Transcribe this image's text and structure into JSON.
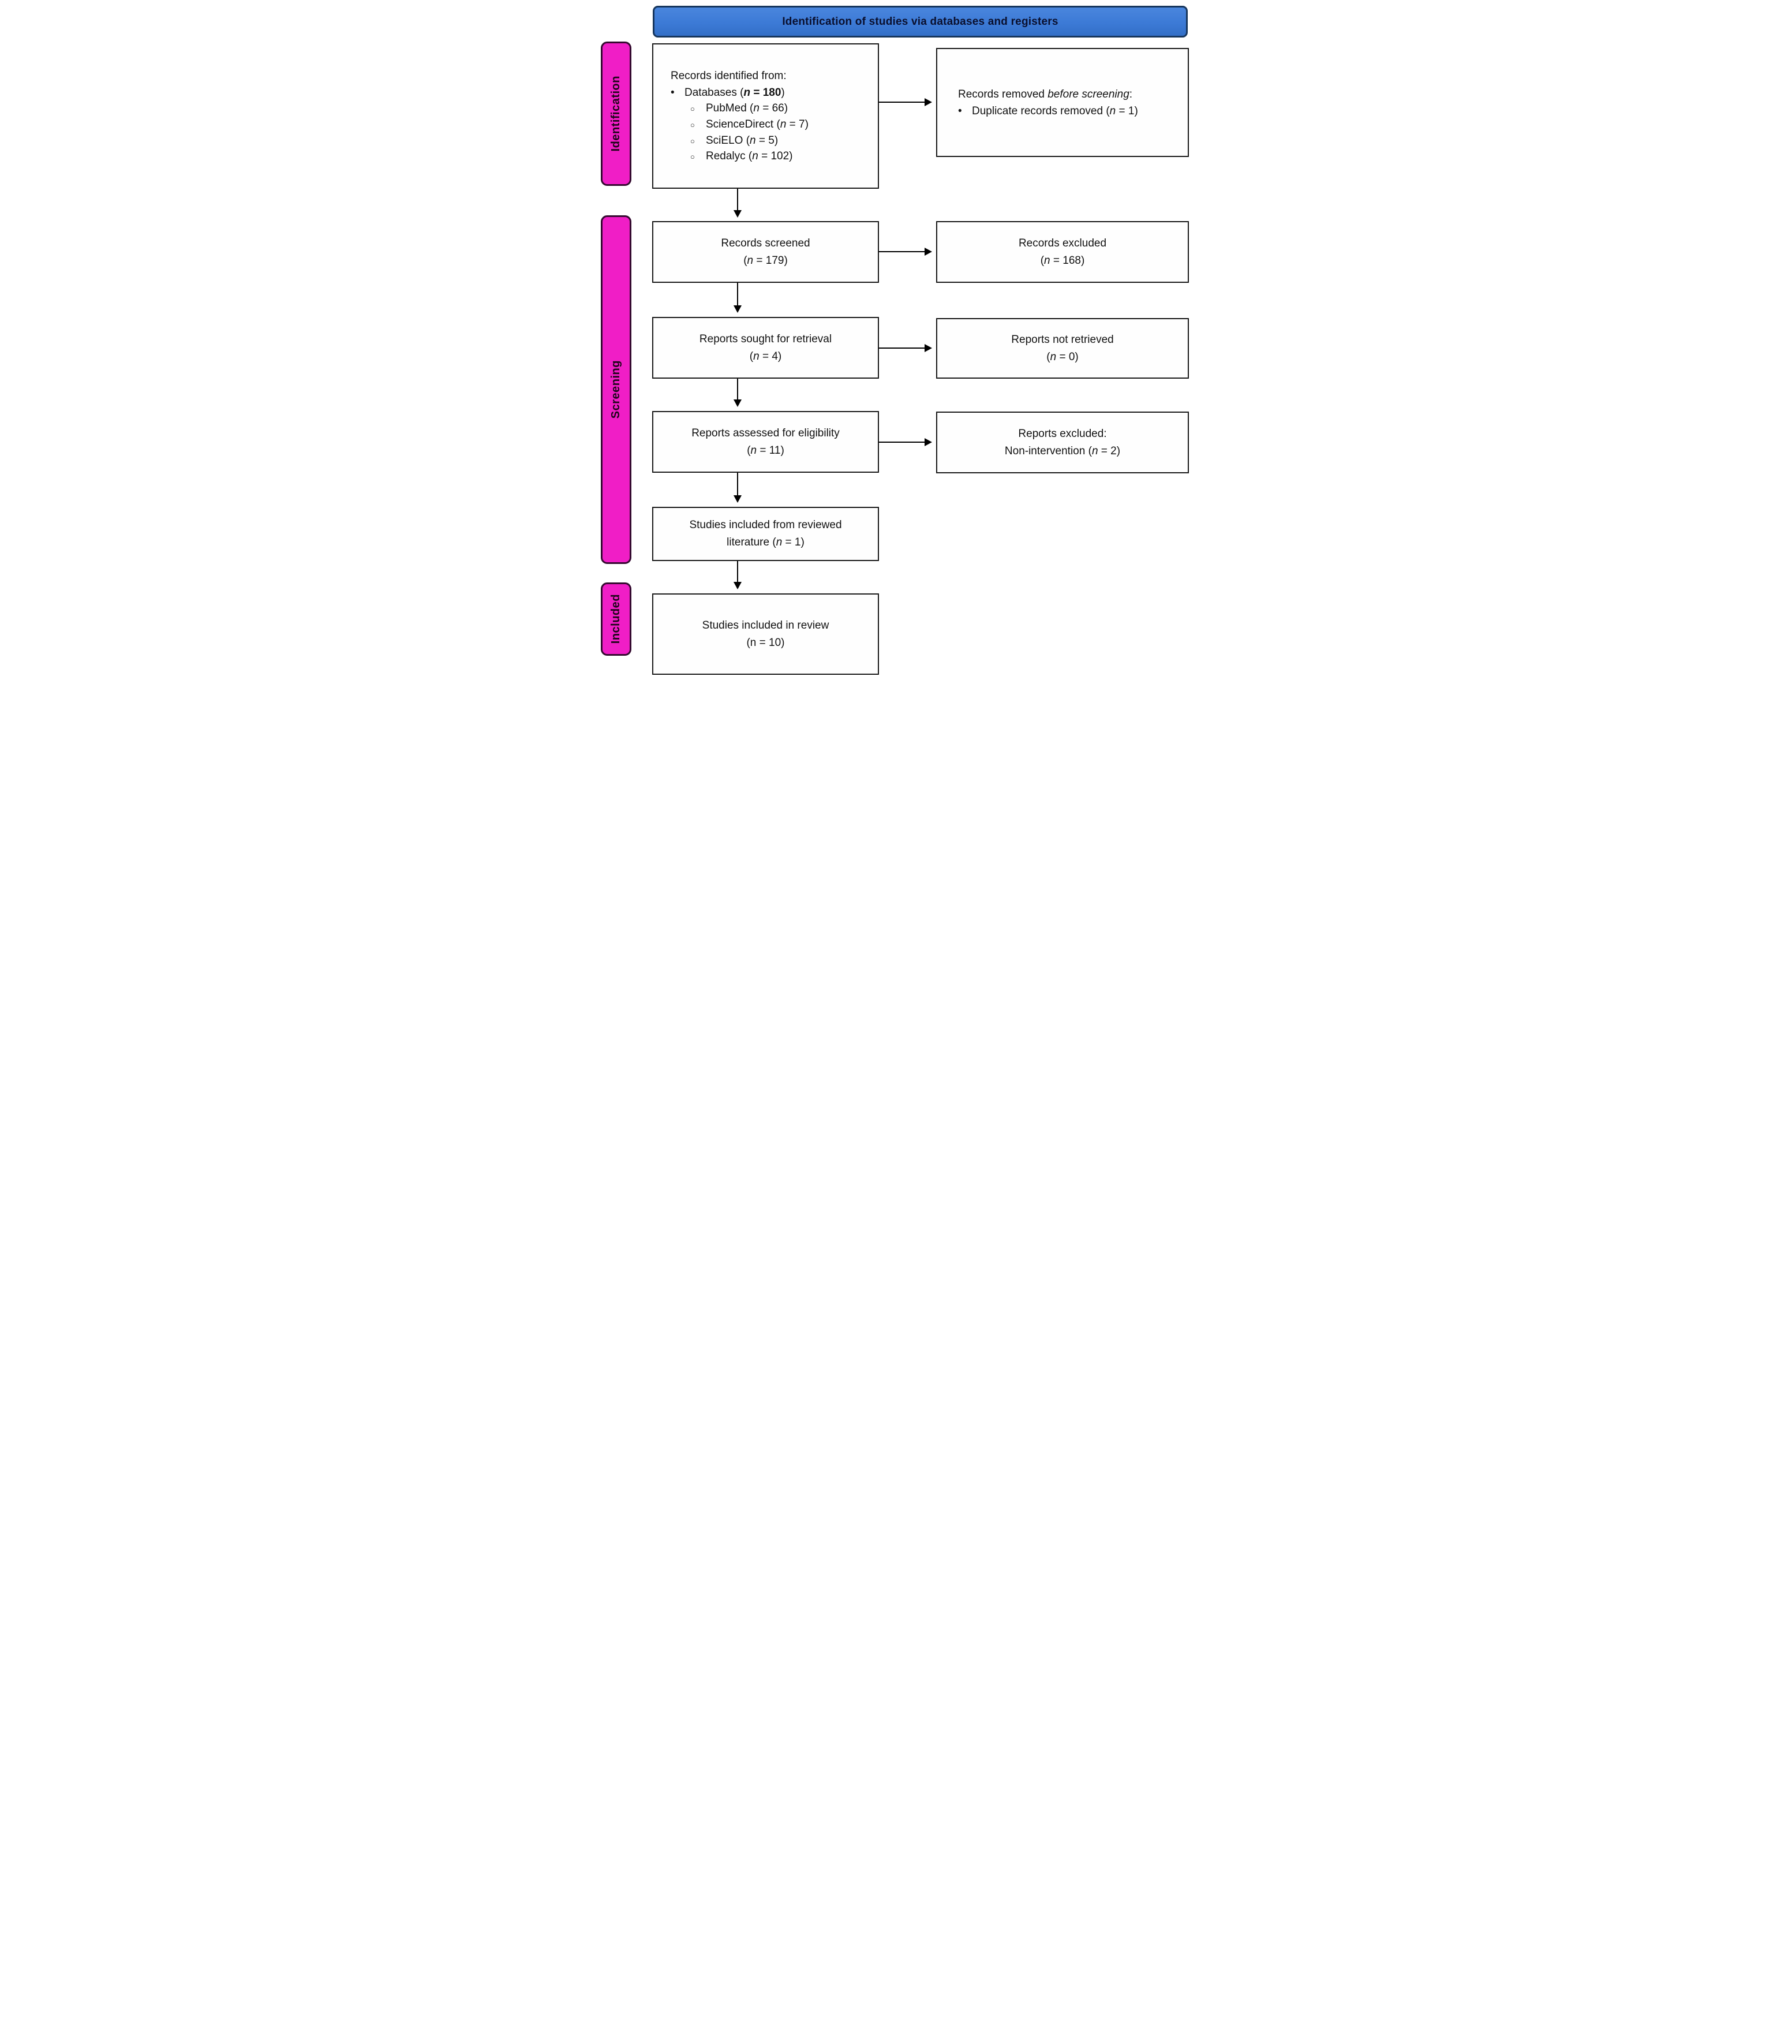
{
  "header": {
    "title": "Identification of studies via databases and registers"
  },
  "sidebar": {
    "identification": "Identification",
    "screening": "Screening",
    "included": "Included"
  },
  "colors": {
    "header_fill": "#3c7ad6",
    "header_border": "#17365d",
    "sidebar_fill": "#f01ec6",
    "sidebar_border": "#350a30",
    "box_border": "#1a1a1a",
    "box_fill": "#fefefe",
    "arrow": "#000000"
  },
  "boxes": {
    "records_identified": {
      "title": [
        {
          "t": "Records identified from:"
        }
      ],
      "items": [
        {
          "indent": 0,
          "marker": "•",
          "segments": [
            {
              "t": "Databases ("
            },
            {
              "t": "n",
              "i": true,
              "b": true
            },
            {
              "t": " = ",
              "b": true
            },
            {
              "t": "180",
              "b": true
            },
            {
              "t": ")"
            }
          ]
        },
        {
          "indent": 1,
          "marker": "○",
          "segments": [
            {
              "t": "PubMed ("
            },
            {
              "t": "n",
              "i": true
            },
            {
              "t": " = 66)"
            }
          ]
        },
        {
          "indent": 1,
          "marker": "○",
          "segments": [
            {
              "t": "ScienceDirect ("
            },
            {
              "t": "n",
              "i": true
            },
            {
              "t": " = 7)"
            }
          ]
        },
        {
          "indent": 1,
          "marker": "○",
          "segments": [
            {
              "t": "SciELO ("
            },
            {
              "t": "n",
              "i": true
            },
            {
              "t": " = 5)"
            }
          ]
        },
        {
          "indent": 1,
          "marker": "○",
          "segments": [
            {
              "t": "Redalyc ("
            },
            {
              "t": "n",
              "i": true
            },
            {
              "t": " = 102)"
            }
          ]
        }
      ]
    },
    "records_removed": {
      "title": [
        {
          "t": "Records removed "
        },
        {
          "t": "before screening",
          "i": true
        },
        {
          "t": ":"
        }
      ],
      "items": [
        {
          "indent": 0,
          "marker": "•",
          "segments": [
            {
              "t": "Duplicate records removed ("
            },
            {
              "t": "n",
              "i": true
            },
            {
              "t": " = 1)"
            }
          ]
        }
      ]
    },
    "records_screened": {
      "lines": [
        [
          {
            "t": "Records screened"
          }
        ],
        [
          {
            "t": "("
          },
          {
            "t": "n",
            "i": true
          },
          {
            "t": " = 179)"
          }
        ]
      ]
    },
    "records_excluded": {
      "lines": [
        [
          {
            "t": "Records excluded"
          }
        ],
        [
          {
            "t": "("
          },
          {
            "t": "n",
            "i": true
          },
          {
            "t": " = 168)"
          }
        ]
      ]
    },
    "reports_sought": {
      "lines": [
        [
          {
            "t": "Reports sought for retrieval"
          }
        ],
        [
          {
            "t": "("
          },
          {
            "t": "n",
            "i": true
          },
          {
            "t": " = 4)"
          }
        ]
      ]
    },
    "reports_not_retrieved": {
      "lines": [
        [
          {
            "t": "Reports not retrieved"
          }
        ],
        [
          {
            "t": "("
          },
          {
            "t": "n",
            "i": true
          },
          {
            "t": " = 0)"
          }
        ]
      ]
    },
    "reports_assessed": {
      "lines": [
        [
          {
            "t": "Reports assessed for eligibility"
          }
        ],
        [
          {
            "t": "("
          },
          {
            "t": "n",
            "i": true
          },
          {
            "t": " = 11)"
          }
        ]
      ]
    },
    "reports_excluded": {
      "lines": [
        [
          {
            "t": "Reports excluded:"
          }
        ],
        [
          {
            "t": "Non-intervention ("
          },
          {
            "t": "n",
            "i": true
          },
          {
            "t": " = 2)"
          }
        ]
      ]
    },
    "studies_included_literature": {
      "lines": [
        [
          {
            "t": "Studies included from reviewed"
          }
        ],
        [
          {
            "t": "literature ("
          },
          {
            "t": "n",
            "i": true
          },
          {
            "t": " = 1)"
          }
        ]
      ]
    },
    "studies_included_review": {
      "lines": [
        [
          {
            "t": "Studies included in review"
          }
        ],
        [
          {
            "t": "(n = 10)"
          }
        ]
      ]
    }
  }
}
